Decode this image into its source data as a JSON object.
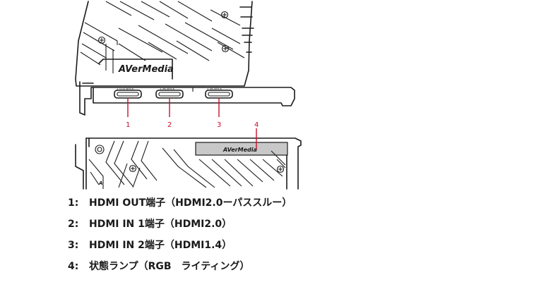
{
  "diagram": {
    "brand_logo_text": "AVerMedia",
    "port_labels": [
      "1 UTD BACK",
      "1 SK BACK",
      "2 SK BACK"
    ],
    "callout_numbers": [
      "1",
      "2",
      "3",
      "4"
    ]
  },
  "legend": {
    "items": [
      {
        "number": "1:",
        "text": "HDMI OUT端子（HDMI2.0ーパススルー）"
      },
      {
        "number": "2:",
        "text": "HDMI IN 1端子（HDMI2.0）"
      },
      {
        "number": "3:",
        "text": "HDMI IN 2端子（HDMI1.4）"
      },
      {
        "number": "4:",
        "text": "状態ランプ（RGB　ライティング）"
      }
    ]
  },
  "colors": {
    "line": "#1a1a1a",
    "callout": "#c8102e",
    "led_strip": "#c8c8c8"
  }
}
